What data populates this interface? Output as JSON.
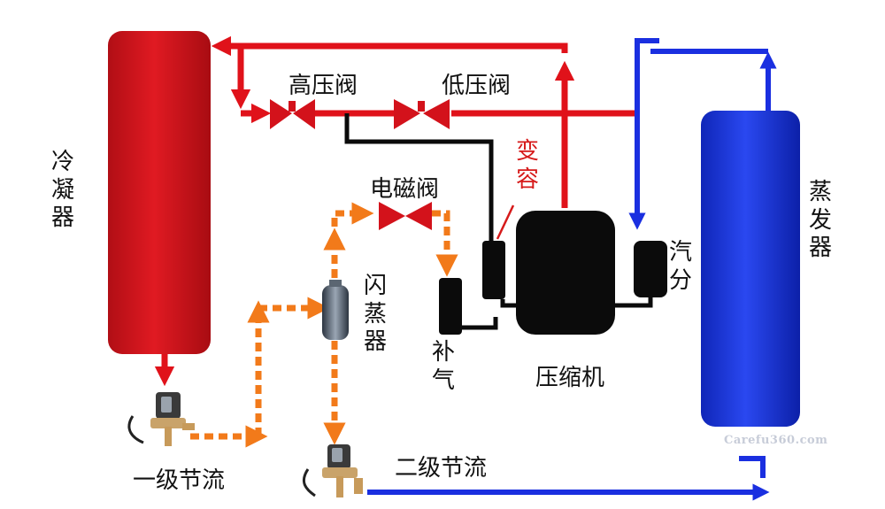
{
  "labels": {
    "condenser": "冷凝器",
    "evaporator": "蒸发器",
    "high_pressure_valve": "高压阀",
    "low_pressure_valve": "低压阀",
    "variable_capacity": "变容",
    "solenoid_valve": "电磁阀",
    "flash_evaporator": "闪蒸器",
    "gas_separator": "汽分",
    "supplement_gas": "补气",
    "compressor": "压缩机",
    "primary_throttle": "一级节流",
    "secondary_throttle": "二级节流"
  },
  "watermark": "Carefu360.com",
  "colors": {
    "high_pressure_red": "#e0121a",
    "low_pressure_blue": "#1a2fe0",
    "injection_orange": "#f27a1a",
    "compressor_black": "#0b0b0b",
    "condenser_red": "#c8141c",
    "evaporator_blue": "#1832d6"
  }
}
